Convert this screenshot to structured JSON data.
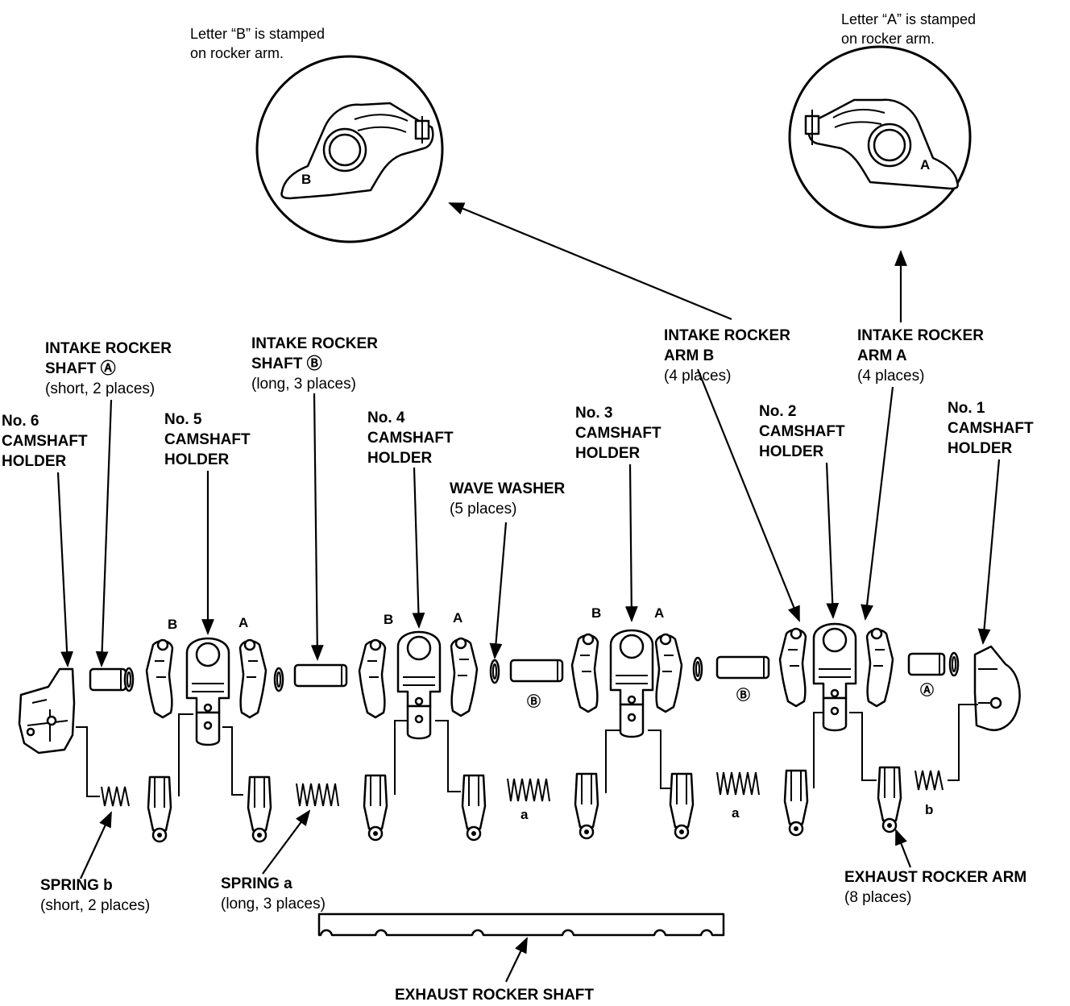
{
  "notes": {
    "letter_b": [
      "Letter “B” is stamped",
      "on rocker arm."
    ],
    "letter_a": [
      "Letter “A” is stamped",
      "on rocker arm."
    ]
  },
  "labels": {
    "intake_shaft_a": [
      "INTAKE ROCKER",
      "SHAFT Ⓐ",
      "(short, 2 places)"
    ],
    "intake_shaft_b": [
      "INTAKE ROCKER",
      "SHAFT Ⓑ",
      "(long, 3 places)"
    ],
    "intake_arm_b": [
      "INTAKE ROCKER",
      "ARM B",
      "(4 places)"
    ],
    "intake_arm_a": [
      "INTAKE ROCKER",
      "ARM A",
      "(4 places)"
    ],
    "holder_6": [
      "No. 6",
      "CAMSHAFT",
      "HOLDER"
    ],
    "holder_5": [
      "No. 5",
      "CAMSHAFT",
      "HOLDER"
    ],
    "holder_4": [
      "No. 4",
      "CAMSHAFT",
      "HOLDER"
    ],
    "holder_3": [
      "No. 3",
      "CAMSHAFT",
      "HOLDER"
    ],
    "holder_2": [
      "No. 2",
      "CAMSHAFT",
      "HOLDER"
    ],
    "holder_1": [
      "No. 1",
      "CAMSHAFT",
      "HOLDER"
    ],
    "wave_washer": [
      "WAVE WASHER",
      "(5 places)"
    ],
    "spring_b": [
      "SPRING b",
      "(short, 2 places)"
    ],
    "spring_a": [
      "SPRING a",
      "(long, 3 places)"
    ],
    "exhaust_arm": [
      "EXHAUST ROCKER ARM",
      "(8 places)"
    ],
    "exhaust_shaft": "EXHAUST ROCKER SHAFT"
  },
  "marks": {
    "arm_b": "B",
    "arm_a": "A",
    "shaft_a": "Ⓐ",
    "shaft_b": "Ⓑ",
    "spring_a": "a",
    "spring_b": "b"
  }
}
